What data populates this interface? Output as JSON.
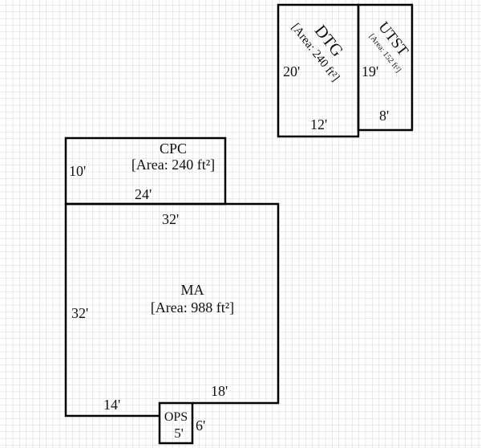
{
  "rooms": {
    "dtg": {
      "name": "DTG",
      "area": "[Area: 240 ft²]",
      "height": "20'",
      "width": "12'"
    },
    "utst": {
      "name": "UTST",
      "area": "[Area: 152 ft²]",
      "height": "19'",
      "width": "8'"
    },
    "cpc": {
      "name": "CPC",
      "area": "[Area: 240 ft²]",
      "height": "10'",
      "width": "24'"
    },
    "ma": {
      "name": "MA",
      "area": "[Area: 988 ft²]",
      "width_top": "32'",
      "height": "32'",
      "bottom_left": "14'",
      "bottom_right": "18'"
    },
    "ops": {
      "name": "OPS",
      "width": "5'",
      "height": "6'"
    }
  },
  "colors": {
    "grid": "#d4d4dc",
    "wall": "#000000"
  }
}
